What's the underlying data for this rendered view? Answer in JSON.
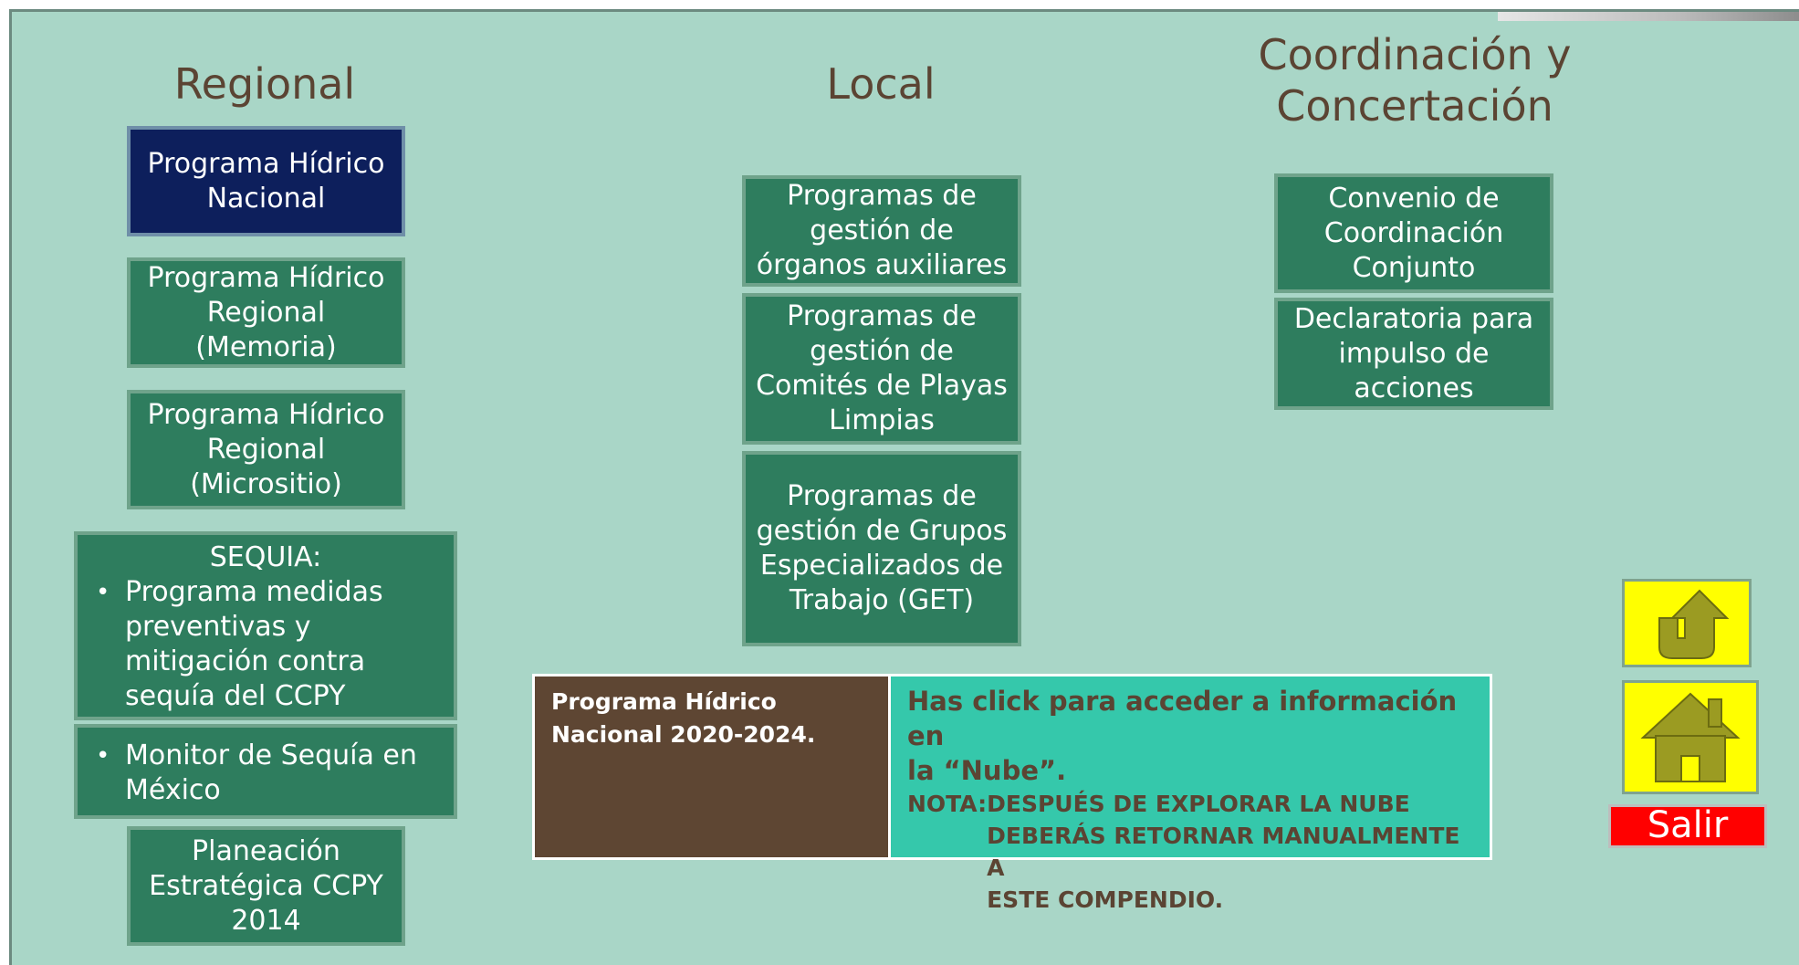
{
  "headings": {
    "regional": "Regional",
    "local": "Local",
    "coordinacion": "Coordinación y\nConcertación"
  },
  "regional": {
    "pnh": "Programa Hídrico\nNacional",
    "phr_memoria": "Programa Hídrico\nRegional\n(Memoria)",
    "phr_micrositio": "Programa Hídrico\nRegional\n(Micrositio)",
    "sequia_title": "SEQUIA:",
    "sequia_item": "Programa medidas\npreventivas y\nmitigación contra\nsequía del CCPY",
    "monitor_item": "Monitor de Sequía en\nMéxico",
    "planeacion": "Planeación\nEstratégica CCPY\n2014"
  },
  "local": {
    "organos": "Programas de\ngestión de\nórganos auxiliares",
    "playas": "Programas de\ngestión de\nComités de Playas\nLimpias",
    "get": "Programas de\ngestión de Grupos\nEspecializados de\nTrabajo (GET)"
  },
  "coordinacion": {
    "convenio": "Convenio de\nCoordinación\nConjunto",
    "declaratoria": "Declaratoria para\nimpulso de\nacciones"
  },
  "cloud": {
    "left_text": "Programa Hídrico\nNacional 2020-2024.",
    "main_text": "Has click para acceder a información en\nla “Nube”.",
    "note_label": "NOTA: ",
    "note_text": "DESPUÉS DE EXPLORAR LA NUBE\n      DEBERÁS RETORNAR MANUALMENTE A\n      ESTE COMPENDIO."
  },
  "nav": {
    "back_icon": "return-arrow-icon",
    "home_icon": "house-icon",
    "exit_label": "Salir"
  },
  "colors": {
    "background": "#a9d6c7",
    "box_green": "#2e7d5e",
    "box_navy": "#0d1f5c",
    "heading_brown": "#5b4433",
    "cloud_brown": "#5e4633",
    "cloud_teal": "#35c8ab",
    "nav_yellow": "#ffff00",
    "exit_red": "#ff0000"
  }
}
